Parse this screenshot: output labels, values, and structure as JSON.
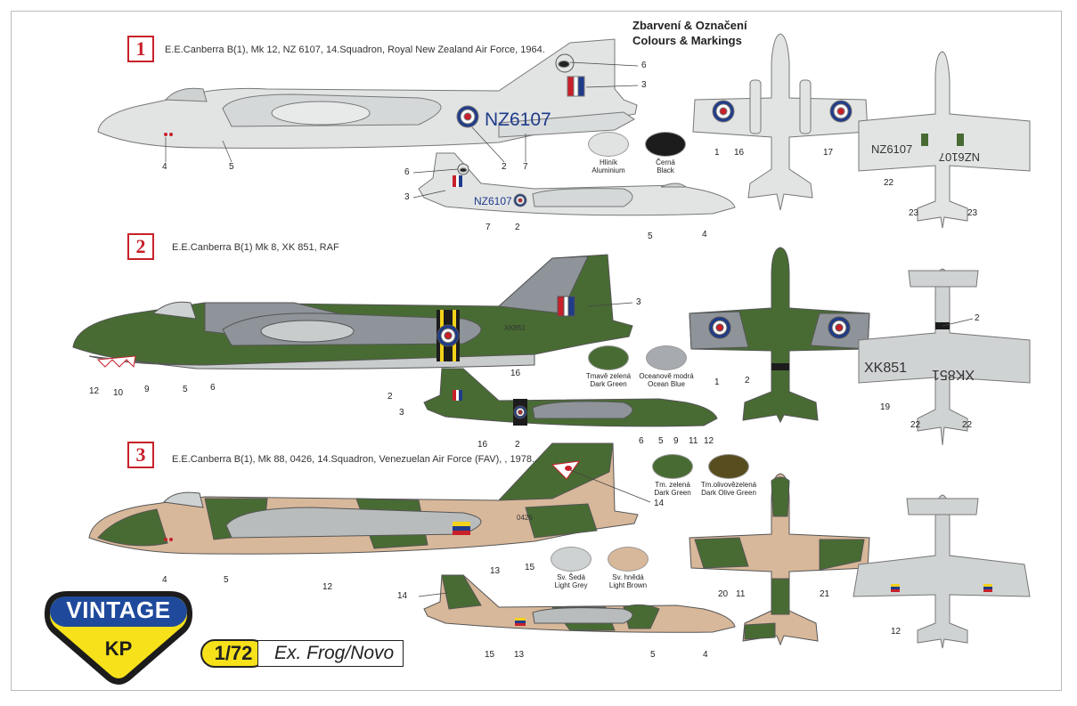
{
  "title": {
    "line1": "Zbarvení & Označení",
    "line2": "Colours & Markings"
  },
  "variants": [
    {
      "number": "1",
      "caption": "E.E.Canberra B(1), Mk 12, NZ 6107, 14.Squadron, Royal New Zealand Air Force, 1964.",
      "serial": "NZ6107"
    },
    {
      "number": "2",
      "caption": "E.E.Canberra B(1) Mk 8,  XK 851, RAF",
      "serial": "XK851"
    },
    {
      "number": "3",
      "caption": "E.E.Canberra B(1), Mk 88, 0426, 14.Squadron, Venezuelan Air Force (FAV), , 1978..",
      "serial": "0426"
    }
  ],
  "swatches": [
    {
      "cz": "Hliník",
      "en": "Aluminium",
      "color": "#e1e3e3"
    },
    {
      "cz": "Černá",
      "en": "Black",
      "color": "#1c1c1c"
    },
    {
      "cz": "Tmavě zelená",
      "en": "Dark Green",
      "color": "#486b33"
    },
    {
      "cz": "Oceanově modrá",
      "en": "Ocean Blue",
      "color": "#a7abaf"
    },
    {
      "cz": "Tm. zelená",
      "en": "Dark Green",
      "color": "#486b33"
    },
    {
      "cz": "Tm.olivovězelená",
      "en": "Dark Olive Green",
      "color": "#584d1e"
    },
    {
      "cz": "Sv. Šedá",
      "en": "Light Grey",
      "color": "#cfd2d2"
    },
    {
      "cz": "Sv. hnědá",
      "en": "Light Brown",
      "color": "#d8b89a"
    }
  ],
  "logo": {
    "top": "VINTAGE",
    "bottom": "KP"
  },
  "scale": {
    "value": "1/72",
    "origin": "Ex. Frog/Novo"
  },
  "callouts": [
    "6",
    "3",
    "2",
    "7",
    "4",
    "5",
    "6",
    "3",
    "7",
    "2",
    "5",
    "4",
    "1",
    "16",
    "17",
    "22",
    "23",
    "23",
    "3",
    "12",
    "10",
    "9",
    "5",
    "6",
    "2",
    "16",
    "3",
    "16",
    "2",
    "6",
    "5",
    "9",
    "11",
    "12",
    "1",
    "2",
    "2",
    "19",
    "22",
    "22",
    "14",
    "4",
    "5",
    "12",
    "13",
    "15",
    "14",
    "15",
    "13",
    "5",
    "4",
    "20",
    "11",
    "21",
    "12"
  ],
  "colors": {
    "aluminium": "#e1e3e3",
    "dark_green": "#486b33",
    "ocean_blue": "#8e9499",
    "light_brown": "#d8b89a",
    "olive": "#584d1e",
    "roundel_blue": "#1f3b8a",
    "roundel_red": "#c8202a",
    "black": "#1c1c1c",
    "yellow": "#f4d21b",
    "logo_blue": "#1f4a9c",
    "logo_yellow": "#f7e11a"
  }
}
